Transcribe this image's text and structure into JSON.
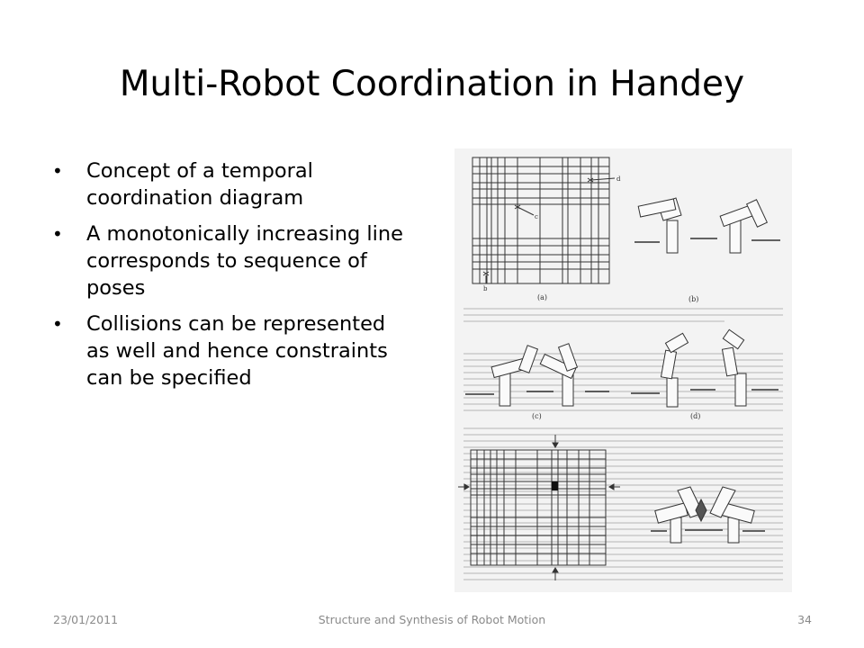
{
  "slide": {
    "title": "Multi-Robot Coordination in Handey",
    "bullets": [
      {
        "text": "Concept of a temporal coordination diagram"
      },
      {
        "text": "A monotonically increasing line corresponds to sequence of poses"
      },
      {
        "text": "Collisions can be represented as well and hence constraints can be specified"
      }
    ],
    "bullet_glyph": "•"
  },
  "figure": {
    "panel_labels": {
      "a": "(a)",
      "b": "(b)",
      "c": "(c)",
      "d": "(d)"
    },
    "marker_labels": {
      "d": "d",
      "c": "c",
      "b": "b"
    }
  },
  "footer": {
    "date": "23/01/2011",
    "course": "Structure and Synthesis of Robot Motion",
    "page": "34"
  }
}
